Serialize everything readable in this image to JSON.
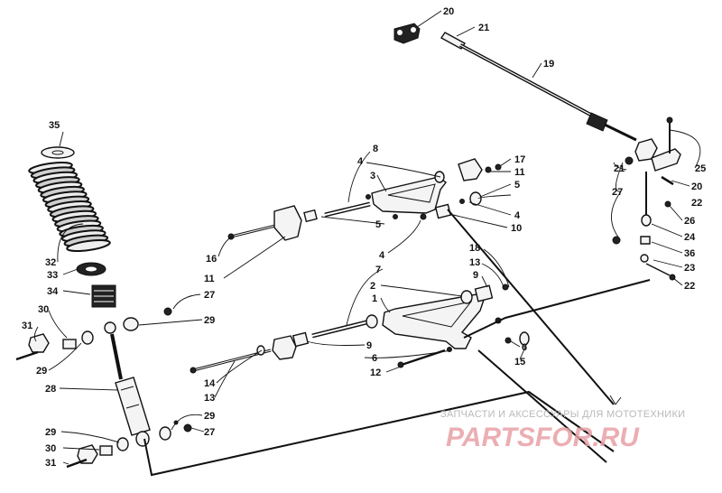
{
  "labels": {
    "l20a": "20",
    "l21a": "21",
    "l19": "19",
    "l35": "35",
    "l8": "8",
    "l4a": "4",
    "l3": "3",
    "l17": "17",
    "l11a": "11",
    "l5a": "5",
    "l4b": "4",
    "l10": "10",
    "l5b": "5",
    "l16": "16",
    "l11b": "11",
    "l4c": "4",
    "l21b": "21",
    "l25": "25",
    "l27a": "27",
    "l20b": "20",
    "l22a": "22",
    "l26": "26",
    "l24": "24",
    "l36": "36",
    "l23": "23",
    "l22b": "22",
    "l32": "32",
    "l33": "33",
    "l34": "34",
    "l27b": "27",
    "l30a": "30",
    "l31a": "31",
    "l29a": "29",
    "l29b": "29",
    "l18": "18",
    "l13a": "13",
    "l7": "7",
    "l9a": "9",
    "l2": "2",
    "l1": "1",
    "l9b": "9",
    "l6a": "6",
    "l6b": "6",
    "l15": "15",
    "l12": "12",
    "l14": "14",
    "l13b": "13",
    "l28": "28",
    "l29c": "29",
    "l29d": "29",
    "l27c": "27",
    "l30b": "30",
    "l31b": "31"
  },
  "watermark": {
    "tagline": "ЗАПЧАСТИ И АКСЕССУАРЫ ДЛЯ МОТОТЕХНИКИ",
    "brand": "PARTSFOR.RU"
  }
}
